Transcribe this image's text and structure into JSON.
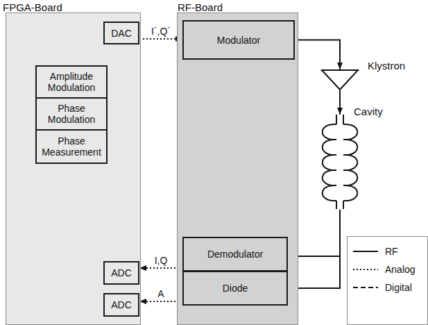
{
  "diagram": {
    "nodes": [
      {
        "text": [
          "FPGA-Board"
        ]
      },
      {
        "text": [
          "DAC"
        ],
        "in": 0
      },
      {
        "text": [
          "Amplitude Modulation"
        ],
        "in": 0
      },
      {
        "text": [
          "Phase Modulation"
        ],
        "in": 0
      },
      {
        "text": [
          "Phase Measurement"
        ],
        "in": 0
      },
      {
        "text": [
          "ADC"
        ],
        "in": 0
      },
      {
        "text": [
          "ADC"
        ],
        "in": 0
      },
      {
        "text": [
          "RF-Board"
        ]
      },
      {
        "text": [
          "Modulator"
        ],
        "in": 7
      },
      {
        "text": [
          "Demodulator"
        ],
        "in": 7
      },
      {
        "text": [
          "Diode"
        ],
        "in": 7
      },
      {
        "text": [
          "Klystron"
        ]
      },
      {
        "text": [
          "Cavity"
        ]
      }
    ],
    "edges": [
      {
        "from": 2,
        "to": 1,
        "arrow": "to"
      },
      {
        "from": 1,
        "to": 8,
        "label": "I´,Q´",
        "arrow": "to"
      },
      {
        "from": 8,
        "to": 11,
        "arrow": "to"
      },
      {
        "from": 11,
        "to": 12,
        "arrow": "to"
      },
      {
        "from": 12,
        "to": 9,
        "arrow": "to"
      },
      {
        "from": 12,
        "to": 10,
        "arrow": "to"
      },
      {
        "from": 9,
        "to": 5,
        "label": "I,Q",
        "arrow": "to"
      },
      {
        "from": 10,
        "to": 6,
        "label": "A",
        "arrow": "to"
      },
      {
        "from": 5,
        "to": 4,
        "arrow": "to"
      },
      {
        "from": 6,
        "to": 2,
        "arrow": "to"
      }
    ],
    "legend": [
      {
        "text": "RF"
      },
      {
        "text": "Analog"
      },
      {
        "text": "Digital"
      }
    ]
  }
}
